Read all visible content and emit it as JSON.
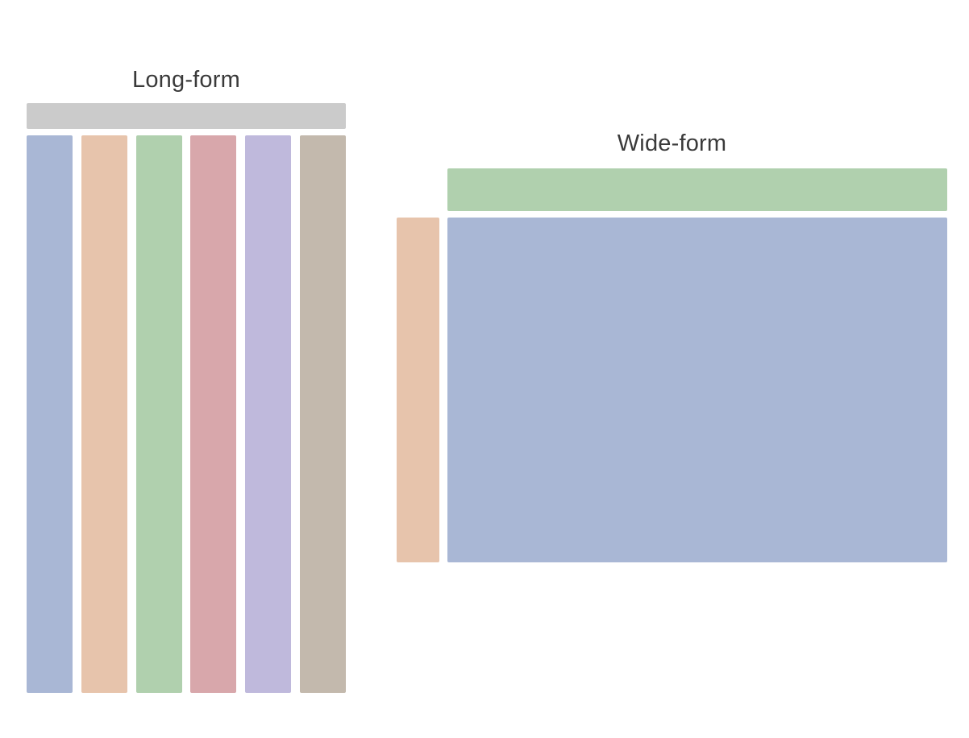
{
  "diagram": {
    "description_colors": {
      "blue": "#a9b7d5",
      "orange": "#e7c4ac",
      "green": "#b0d0ae",
      "red": "#d8a7ab",
      "purple": "#bfb9dc",
      "brown": "#c3b9ad",
      "gray_header": "#cbcbcb",
      "title_text": "#3a3a3a"
    },
    "long_form": {
      "title": "Long-form",
      "header_bar_color": "#cbcbcb",
      "columns": [
        {
          "name": "column-blue",
          "color": "#a9b7d5"
        },
        {
          "name": "column-orange",
          "color": "#e7c4ac"
        },
        {
          "name": "column-green",
          "color": "#b0d0ae"
        },
        {
          "name": "column-red",
          "color": "#d8a7ab"
        },
        {
          "name": "column-purple",
          "color": "#bfb9dc"
        },
        {
          "name": "column-brown",
          "color": "#c3b9ad"
        }
      ]
    },
    "wide_form": {
      "title": "Wide-form",
      "header_row_color": "#b0d0ae",
      "index_column_color": "#e7c4ac",
      "data_block_color": "#a9b7d5"
    }
  }
}
